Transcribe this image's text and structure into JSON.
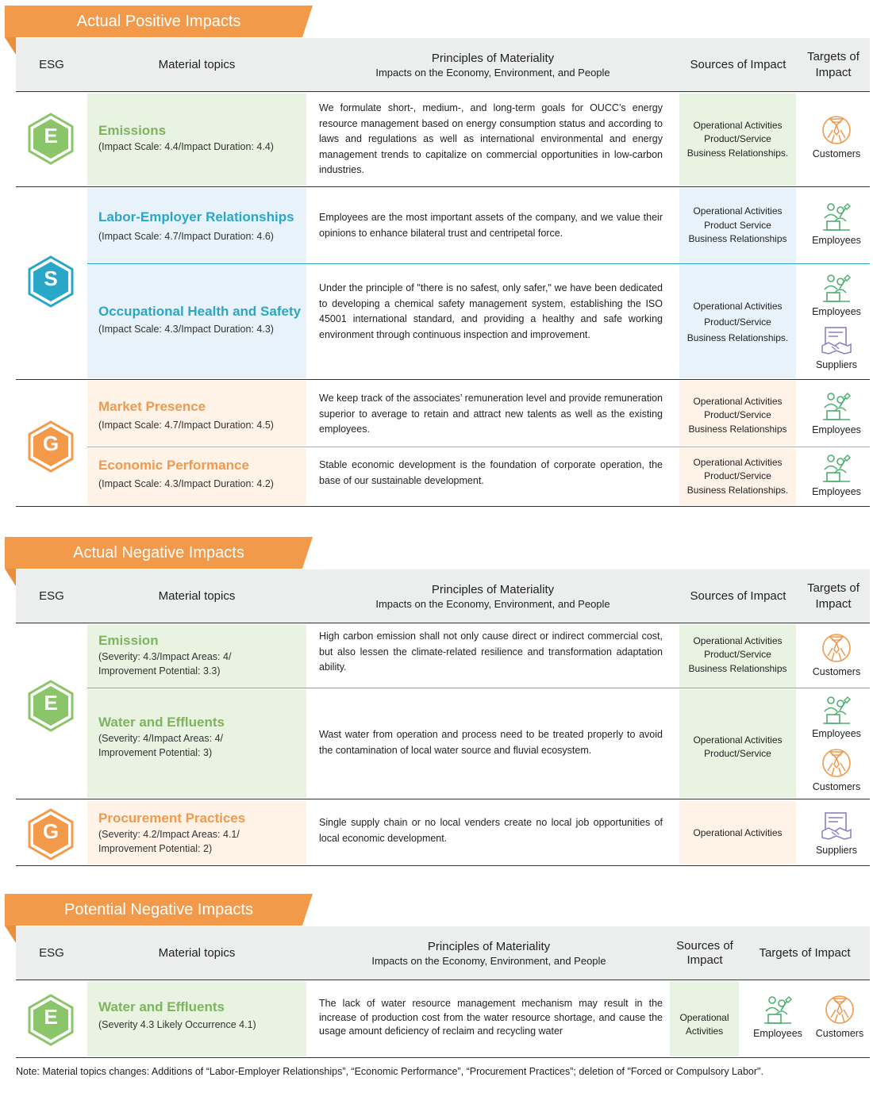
{
  "headers": {
    "esg": "ESG",
    "topics": "Material topics",
    "principles": "Principles of Materiality",
    "principles_sub": "Impacts on the Economy, Environment, and People",
    "sources": "Sources of Impact",
    "targets": "Targets of Impact",
    "sources_wrap_1": "Sources of",
    "sources_wrap_2": "Impact",
    "targets_wrap_1": "Targets of",
    "targets_wrap_2": "Impact"
  },
  "letters": {
    "e": "E",
    "s": "S",
    "g": "G"
  },
  "positive": {
    "title": "Actual Positive Impacts",
    "rows": [
      {
        "topic": "Emissions",
        "detail": "(Impact Scale: 4.4/Impact Duration: 4.4)",
        "desc": "We formulate short-, medium-, and long-term goals for OUCC’s energy resource management based on energy consumption status and according to laws and regulations as well as international environmental and energy management trends to capitalize on commercial opportunities in low-carbon industries.",
        "sources": [
          "Operational Activities",
          "Product/Service",
          "Business Relationships."
        ],
        "targets": [
          "Customers"
        ]
      },
      {
        "topic": "Labor-Employer Relationships",
        "detail": "(Impact Scale: 4.7/Impact Duration: 4.6)",
        "desc": "Employees are the most important assets of the company, and we value their opinions to enhance bilateral trust and centripetal force.",
        "sources": [
          "Operational Activities",
          "Product Service",
          "Business Relationships"
        ],
        "targets": [
          "Employees"
        ]
      },
      {
        "topic": "Occupational Health and Safety",
        "detail": "(Impact Scale: 4.3/Impact Duration: 4.3)",
        "desc": "Under the principle of \"there is no safest, only safer,\" we have been dedicated to developing a chemical safety management system, establishing the ISO 45001 international standard, and providing a healthy and safe working environment through continuous inspection and improvement.",
        "sources": [
          "Operational Activities",
          "Product/Service",
          "Business Relationships."
        ],
        "targets": [
          "Employees",
          "Suppliers"
        ]
      },
      {
        "topic": "Market Presence",
        "detail": "(Impact Scale: 4.7/Impact Duration: 4.5)",
        "desc": "We keep track of the associates’ remuneration level and provide remuneration superior to average to retain and attract new talents as well as the existing employees.",
        "sources": [
          "Operational Activities",
          "Product/Service",
          "Business Relationships"
        ],
        "targets": [
          "Employees"
        ]
      },
      {
        "topic": "Economic Performance",
        "detail": "(Impact Scale: 4.3/Impact Duration: 4.2)",
        "desc": "Stable economic development is the foundation of corporate operation, the base of our sustainable development.",
        "sources": [
          "Operational Activities",
          "Product/Service",
          "Business Relationships."
        ],
        "targets": [
          "Employees"
        ]
      }
    ]
  },
  "negative": {
    "title": "Actual Negative Impacts",
    "rows": [
      {
        "topic": "Emission",
        "detail1": "(Severity: 4.3/Impact Areas: 4/",
        "detail2": "Improvement Potential: 3.3)",
        "desc": "High carbon emission shall not only cause direct or indirect commercial cost, but also lessen the climate-related resilience and transformation adaptation ability.",
        "sources": [
          "Operational Activities",
          "Product/Service",
          "Business Relationships"
        ],
        "targets": [
          "Customers"
        ]
      },
      {
        "topic": "Water and Effluents",
        "detail1": "(Severity: 4/Impact Areas: 4/",
        "detail2": "Improvement Potential: 3)",
        "desc": "Wast water from operation and process need to be treated properly to avoid the contamination of local water source and fluvial ecosystem.",
        "sources": [
          "Operational Activities",
          "Product/Service"
        ],
        "targets": [
          "Employees",
          "Customers"
        ]
      },
      {
        "topic": "Procurement Practices",
        "detail1": "(Severity: 4.2/Impact Areas: 4.1/",
        "detail2": "Improvement Potential: 2)",
        "desc": "Single supply chain or no local venders create no local job opportunities of local economic development.",
        "sources": [
          "Operational Activities"
        ],
        "targets": [
          "Suppliers"
        ]
      }
    ]
  },
  "potential": {
    "title": "Potential Negative Impacts",
    "rows": [
      {
        "topic": "Water and Effluents",
        "detail": "(Severity 4.3 Likely Occurrence 4.1)",
        "desc": "The lack of water resource management mechanism may result in the increase of production cost from the water resource shortage, and cause the usage amount deficiency of reclaim and recycling water",
        "sources": [
          "Operational",
          "Activities"
        ],
        "targets": [
          "Employees",
          "Customers"
        ]
      }
    ]
  },
  "note": "Note: Material topics changes: Additions of “Labor-Employer Relationships”, “Economic Performance”, “Procurement Practices”; deletion of \"Forced or Compulsory Labor\".",
  "colors": {
    "orange": "#f39a4a",
    "green": "#7db45f",
    "blue": "#2aa7c6",
    "purple": "#8a7fc2"
  }
}
